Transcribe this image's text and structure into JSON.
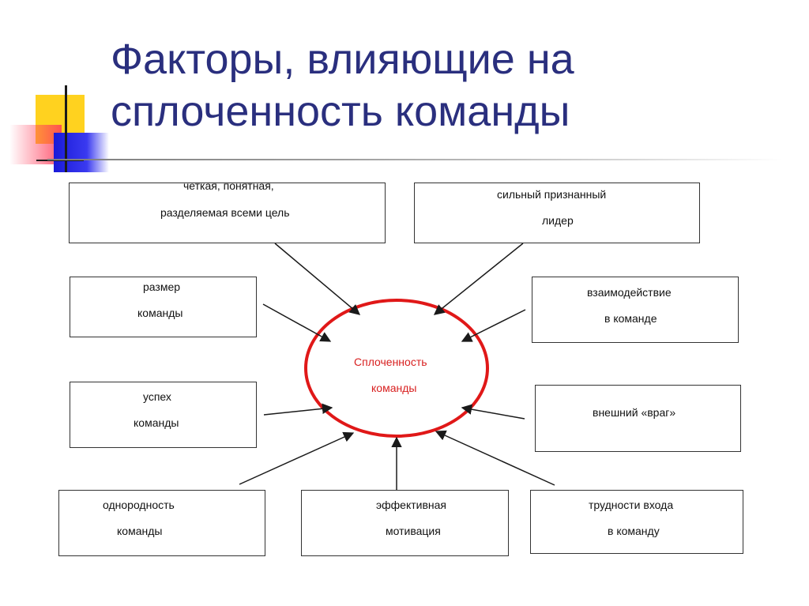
{
  "title": {
    "line1": "Факторы, влияющие на",
    "line2": "сплоченность команды"
  },
  "center": {
    "line1": "Сплоченность",
    "line2": "команды",
    "color": "#d82020"
  },
  "factors": {
    "goal": {
      "line1": "четкая, понятная,",
      "line2": "разделяемая всеми цель"
    },
    "leader": {
      "line1": "сильный признанный",
      "line2": "лидер"
    },
    "size": {
      "line1": "размер",
      "line2": "команды"
    },
    "interaction": {
      "line1": "взаимодействие",
      "line2": "в команде"
    },
    "success": {
      "line1": "успех",
      "line2": "команды"
    },
    "enemy": {
      "line1": "внешний «враг»"
    },
    "homogeneity": {
      "line1": "однородность",
      "line2": "команды"
    },
    "motivation": {
      "line1": "эффективная",
      "line2": "мотивация"
    },
    "entry": {
      "line1": "трудности входа",
      "line2": "в команду"
    }
  },
  "colors": {
    "title": "#2a2f7e",
    "ellipse": "#e01818",
    "arrows": "#1a1a1a"
  }
}
